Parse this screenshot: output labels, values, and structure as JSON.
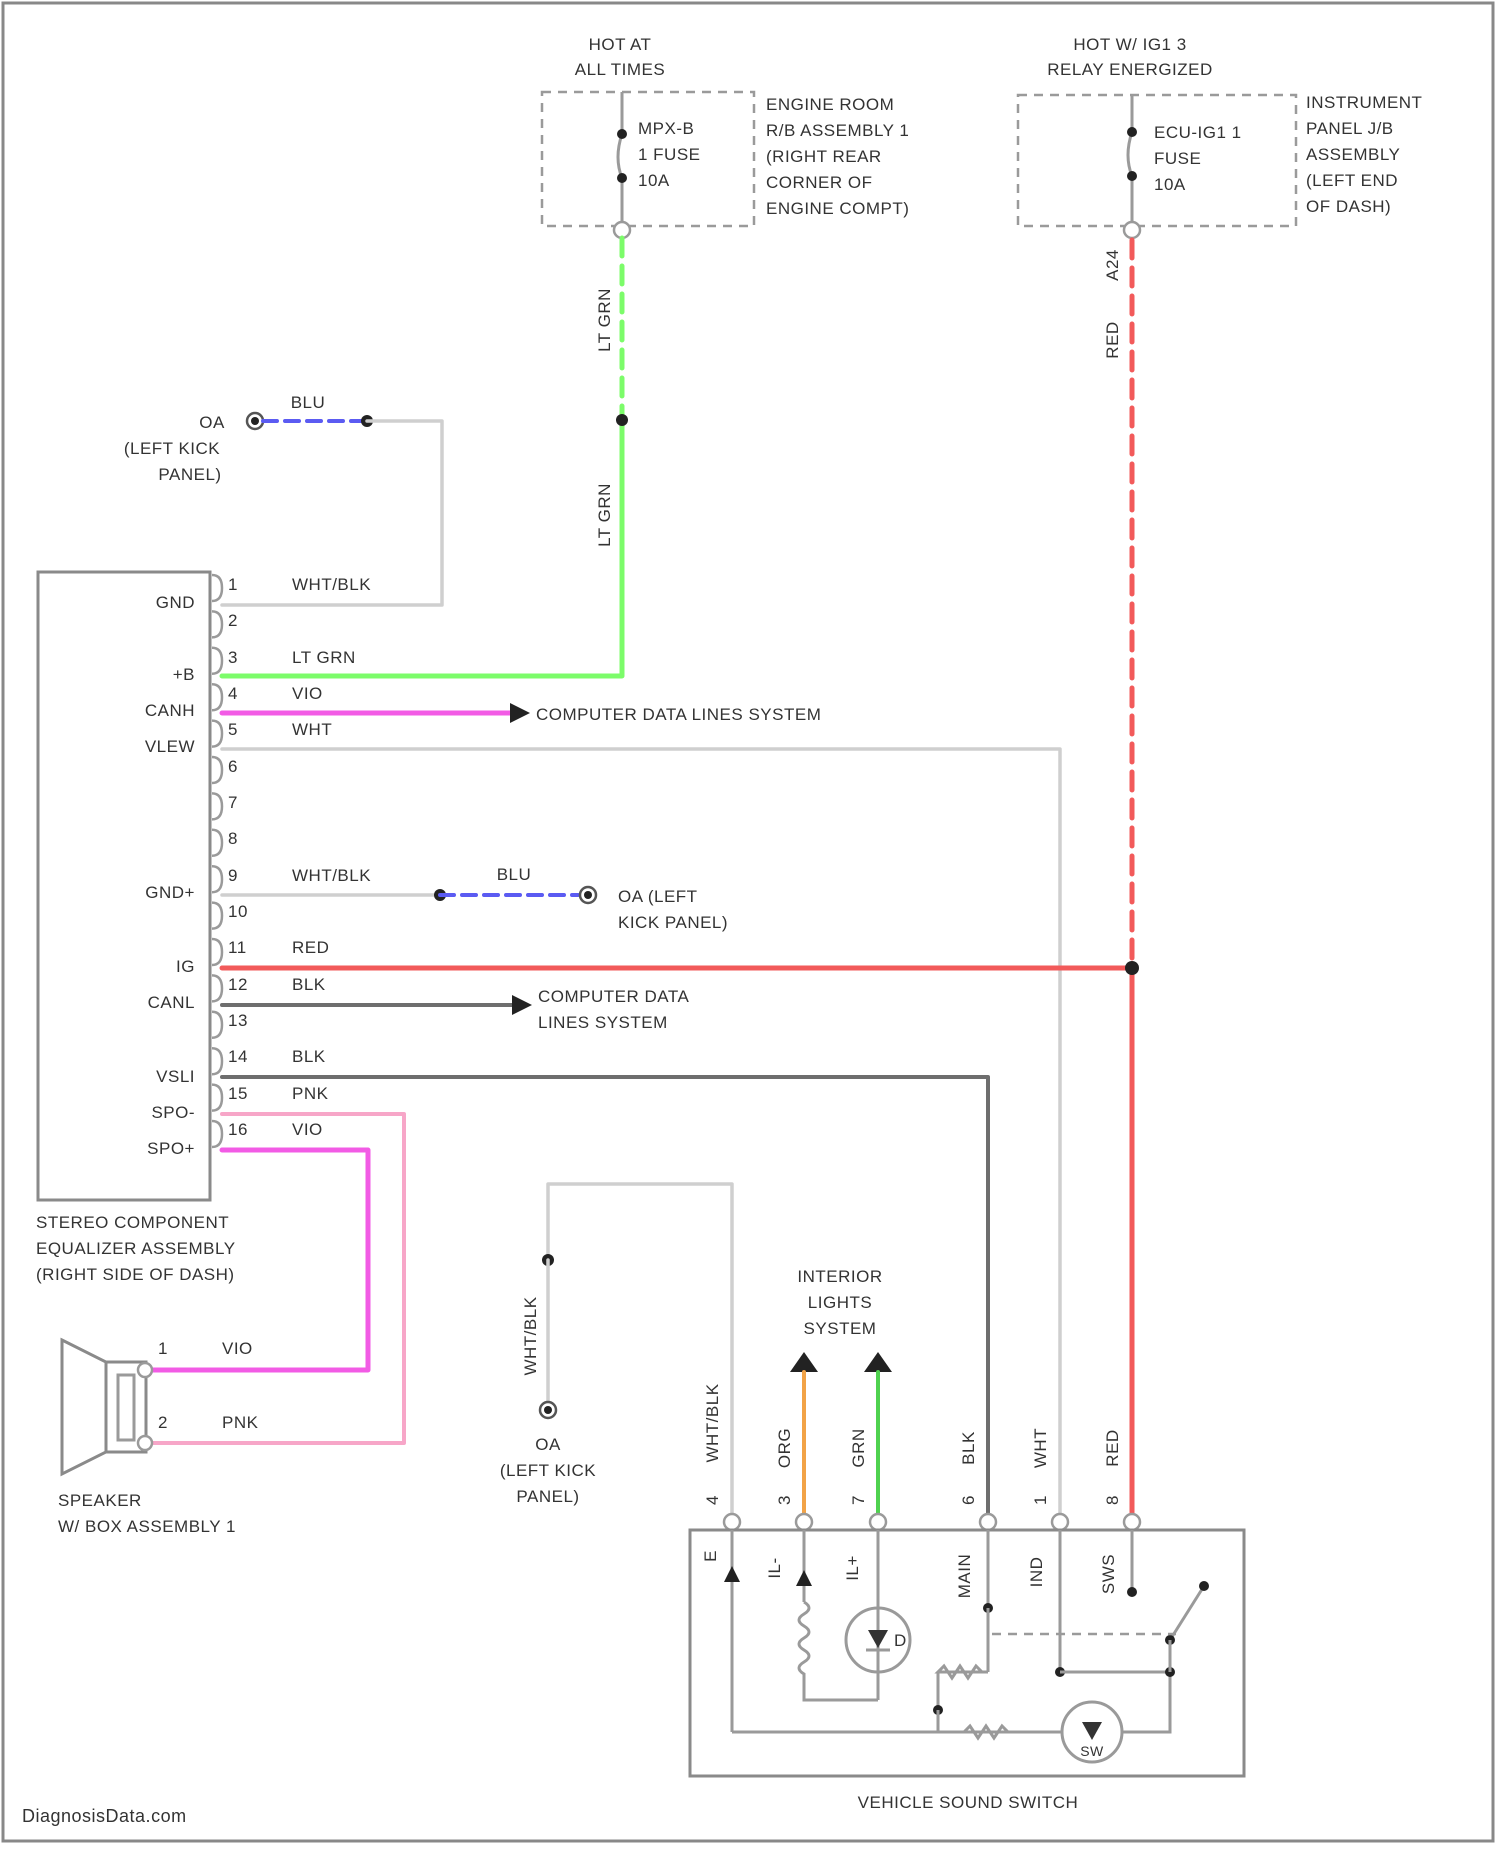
{
  "colors": {
    "lt_grn": "#7CFC6A",
    "vio": "#F25BE5",
    "red": "#F25A5A",
    "pnk": "#F7A6C8",
    "blk": "#6E6E6E",
    "wht": "#CFCFCF",
    "grn": "#4FD24F",
    "org": "#F2A347",
    "blu": "#5B5BF2",
    "frame": "#888888"
  },
  "power": {
    "left_header": [
      "HOT AT",
      "ALL TIMES"
    ],
    "left_fuse": [
      "MPX-B",
      "1 FUSE",
      "10A"
    ],
    "left_location": [
      "ENGINE ROOM",
      "R/B ASSEMBLY 1",
      "(RIGHT REAR",
      "CORNER OF",
      "ENGINE COMPT)"
    ],
    "right_header": [
      "HOT W/ IG1 3",
      "RELAY ENERGIZED"
    ],
    "right_fuse": [
      "ECU-IG1 1",
      "FUSE",
      "10A"
    ],
    "right_location": [
      "INSTRUMENT",
      "PANEL J/B",
      "ASSEMBLY",
      "(LEFT END",
      "OF DASH)"
    ],
    "left_wire_label": "LT GRN",
    "right_pin": "A24",
    "right_wire_label": "RED"
  },
  "ground_top": {
    "wire": "BLU",
    "label": [
      "OA",
      "(LEFT KICK",
      "PANEL)"
    ]
  },
  "equalizer": {
    "name": [
      "STEREO COMPONENT",
      "EQUALIZER ASSEMBLY",
      "(RIGHT SIDE OF DASH)"
    ],
    "terminals": [
      "GND",
      "+B",
      "CANH",
      "VLEW",
      "GND+",
      "IG",
      "CANL",
      "VSLI",
      "SPO-",
      "SPO+"
    ],
    "pins": [
      "1",
      "2",
      "3",
      "4",
      "5",
      "6",
      "7",
      "8",
      "9",
      "10",
      "11",
      "12",
      "13",
      "14",
      "15",
      "16"
    ],
    "pin_wires": [
      "WHT/BLK",
      "LT GRN",
      "VIO",
      "WHT",
      "WHT/BLK",
      "RED",
      "BLK",
      "BLK",
      "PNK",
      "VIO"
    ],
    "canh_dest": "COMPUTER DATA LINES SYSTEM",
    "canl_dest": [
      "COMPUTER DATA",
      "LINES SYSTEM"
    ],
    "ground_wire": "BLU",
    "ground_label": [
      "OA (LEFT",
      "KICK PANEL)"
    ]
  },
  "speaker": {
    "pins": [
      "1",
      "2"
    ],
    "wires": [
      "VIO",
      "PNK"
    ],
    "name": [
      "SPEAKER",
      "W/ BOX ASSEMBLY 1"
    ]
  },
  "ground_bottom": {
    "wire": "WHT/BLK",
    "label": [
      "OA",
      "(LEFT KICK",
      "PANEL)"
    ]
  },
  "interior": {
    "label": [
      "INTERIOR",
      "LIGHTS",
      "SYSTEM"
    ]
  },
  "switch": {
    "name": "VEHICLE SOUND SWITCH",
    "pins": [
      "4",
      "3",
      "7",
      "6",
      "1",
      "8"
    ],
    "wires": [
      "WHT/BLK",
      "ORG",
      "GRN",
      "BLK",
      "WHT",
      "RED"
    ],
    "terminals": [
      "E",
      "IL-",
      "IL+",
      "MAIN",
      "IND",
      "SWS"
    ],
    "led_label": "D",
    "lamp_label": "SW"
  },
  "watermark": "DiagnosisData.com"
}
